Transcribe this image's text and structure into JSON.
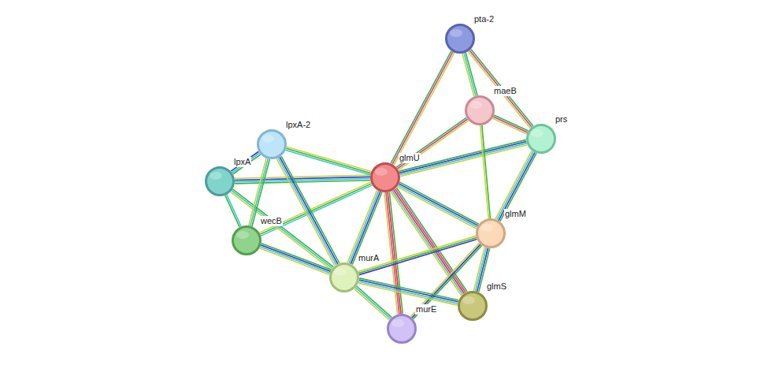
{
  "diagram": {
    "nodes": [
      {
        "text": [
          "pta-2"
        ]
      },
      {
        "text": [
          "maeB"
        ]
      },
      {
        "text": [
          "prs"
        ]
      },
      {
        "text": [
          "lpxA-2"
        ]
      },
      {
        "text": [
          "glmU"
        ]
      },
      {
        "text": [
          "lpxA"
        ]
      },
      {
        "text": [
          "glmM"
        ]
      },
      {
        "text": [
          "wecB"
        ]
      },
      {
        "text": [
          "murA"
        ]
      },
      {
        "text": [
          "glmS"
        ]
      },
      {
        "text": [
          "murE"
        ]
      }
    ],
    "edges": [
      {
        "from": 4,
        "to": 0,
        "arrow": "none"
      },
      {
        "from": 4,
        "to": 1,
        "arrow": "none"
      },
      {
        "from": 4,
        "to": 2,
        "arrow": "none"
      },
      {
        "from": 4,
        "to": 6,
        "arrow": "none"
      },
      {
        "from": 4,
        "to": 9,
        "arrow": "none"
      },
      {
        "from": 4,
        "to": 10,
        "arrow": "none"
      },
      {
        "from": 4,
        "to": 8,
        "arrow": "none"
      },
      {
        "from": 4,
        "to": 7,
        "arrow": "none"
      },
      {
        "from": 4,
        "to": 5,
        "arrow": "none"
      },
      {
        "from": 4,
        "to": 3,
        "arrow": "none"
      },
      {
        "from": 0,
        "to": 1,
        "arrow": "none"
      },
      {
        "from": 0,
        "to": 2,
        "arrow": "none"
      },
      {
        "from": 1,
        "to": 2,
        "arrow": "none"
      },
      {
        "from": 1,
        "to": 6,
        "arrow": "none"
      },
      {
        "from": 2,
        "to": 6,
        "arrow": "none"
      },
      {
        "from": 6,
        "to": 9,
        "arrow": "none"
      },
      {
        "from": 6,
        "to": 10,
        "arrow": "none"
      },
      {
        "from": 6,
        "to": 8,
        "arrow": "none"
      },
      {
        "from": 5,
        "to": 3,
        "arrow": "none"
      },
      {
        "from": 5,
        "to": 7,
        "arrow": "none"
      },
      {
        "from": 5,
        "to": 8,
        "arrow": "none"
      },
      {
        "from": 3,
        "to": 7,
        "arrow": "none"
      },
      {
        "from": 3,
        "to": 8,
        "arrow": "none"
      },
      {
        "from": 7,
        "to": 8,
        "arrow": "none"
      },
      {
        "from": 8,
        "to": 10,
        "arrow": "none"
      },
      {
        "from": 8,
        "to": 9,
        "arrow": "none"
      }
    ]
  }
}
